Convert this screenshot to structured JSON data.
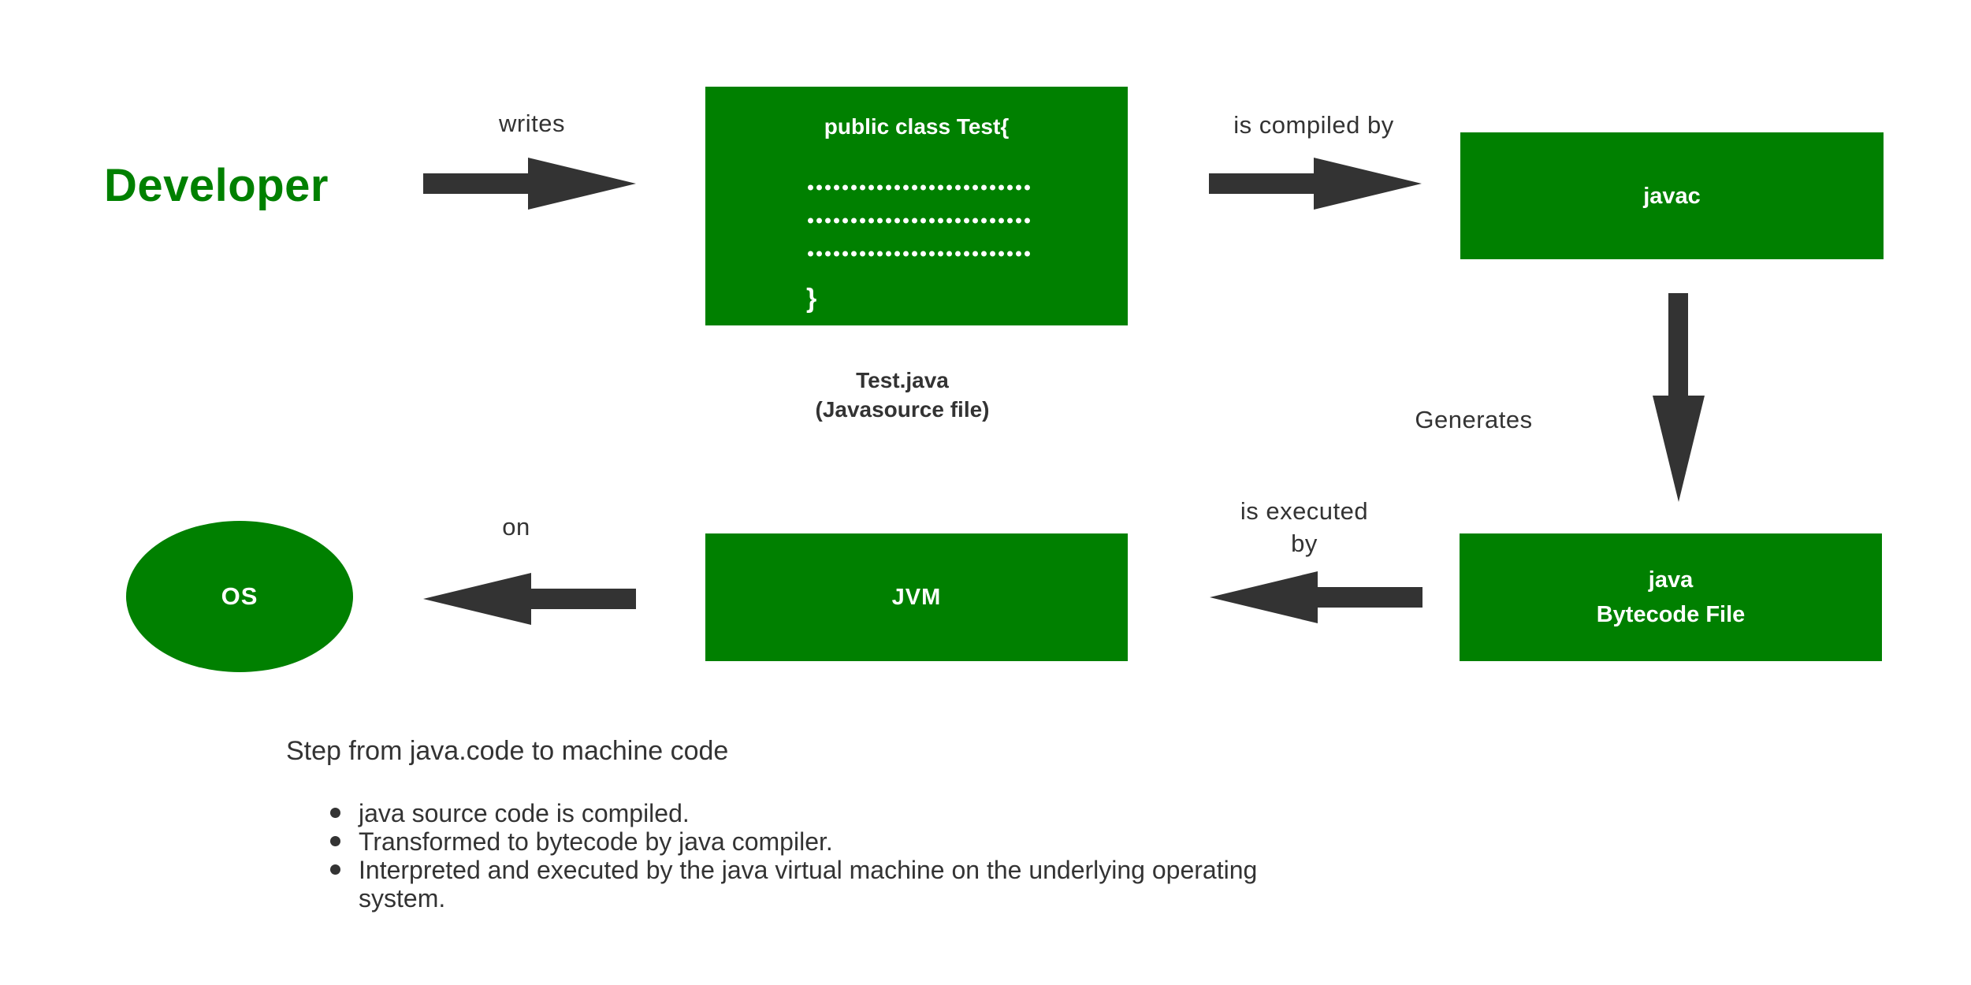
{
  "colors": {
    "node_green": "#008000",
    "ink": "#333333",
    "node_text": "#ffffff",
    "background": "#ffffff"
  },
  "nodes": {
    "developer": {
      "label": "Developer"
    },
    "source_code": {
      "heading": "public class Test{",
      "redacted_lines": 3,
      "closing_brace": "}",
      "caption_line1": "Test.java",
      "caption_line2": "(Javasource file)"
    },
    "javac": {
      "label": "javac"
    },
    "bytecode": {
      "line1": "java",
      "line2": "Bytecode File"
    },
    "jvm": {
      "label": "JVM"
    },
    "os": {
      "label": "OS"
    }
  },
  "edges": {
    "writes": {
      "label": "writes"
    },
    "compiled": {
      "label": "is compiled by"
    },
    "generates": {
      "label": "Generates"
    },
    "executed": {
      "line1": "is executed",
      "line2": "by"
    },
    "on": {
      "label": "on"
    }
  },
  "notes": {
    "title": "Step from java.code to machine code",
    "bullets": [
      "java source code is compiled.",
      "Transformed to bytecode by java compiler.",
      "Interpreted and executed by the java virtual machine on the underlying operating system."
    ]
  }
}
